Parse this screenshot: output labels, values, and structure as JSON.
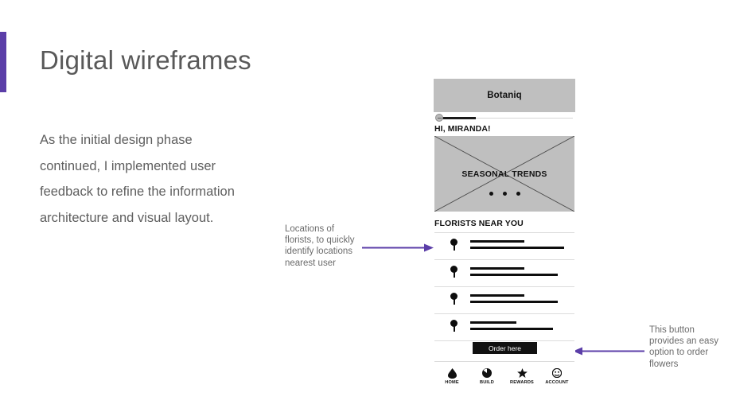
{
  "slide": {
    "title": "Digital wireframes",
    "body": "As the initial design phase continued, I implemented user feedback to refine the information architecture and visual layout.",
    "accent_color": "#5B3EA8"
  },
  "annotations": {
    "left": {
      "text": "Locations of florists, to quickly identify locations nearest user",
      "arrow_direction": "right",
      "arrow_color": "#5B3EA8"
    },
    "right": {
      "text": "This button provides an easy option to order flowers",
      "arrow_direction": "left",
      "arrow_color": "#5B3EA8"
    }
  },
  "wireframe": {
    "app_bar": {
      "title": "Botaniq",
      "background": "#BFBFBF"
    },
    "slider": {
      "handle_icon": "slider-handle-icon",
      "fill_percent": 28
    },
    "greeting": "HI, MIRANDA!",
    "hero": {
      "label": "SEASONAL TRENDS",
      "placeholder_icon": "image-placeholder-x-icon",
      "background": "#BFBFBF",
      "carousel_dots": 3,
      "active_dot": 1
    },
    "florists": {
      "header": "FLORISTS NEAR YOU",
      "rows": [
        {
          "pin_icon": "map-pin-icon",
          "line_short_width": 68,
          "line_long_width": 118
        },
        {
          "pin_icon": "map-pin-icon",
          "line_short_width": 68,
          "line_long_width": 110
        },
        {
          "pin_icon": "map-pin-icon",
          "line_short_width": 68,
          "line_long_width": 110
        },
        {
          "pin_icon": "map-pin-icon",
          "line_short_width": 58,
          "line_long_width": 104
        }
      ]
    },
    "order_button": {
      "label": "Order here",
      "background": "#111111",
      "text_color": "#FFFFFF"
    },
    "bottom_nav": [
      {
        "label": "HOME",
        "icon": "flower-bud-icon"
      },
      {
        "label": "BUILD",
        "icon": "build-circle-icon"
      },
      {
        "label": "REWARDS",
        "icon": "star-icon"
      },
      {
        "label": "ACCOUNT",
        "icon": "account-face-icon"
      }
    ]
  }
}
